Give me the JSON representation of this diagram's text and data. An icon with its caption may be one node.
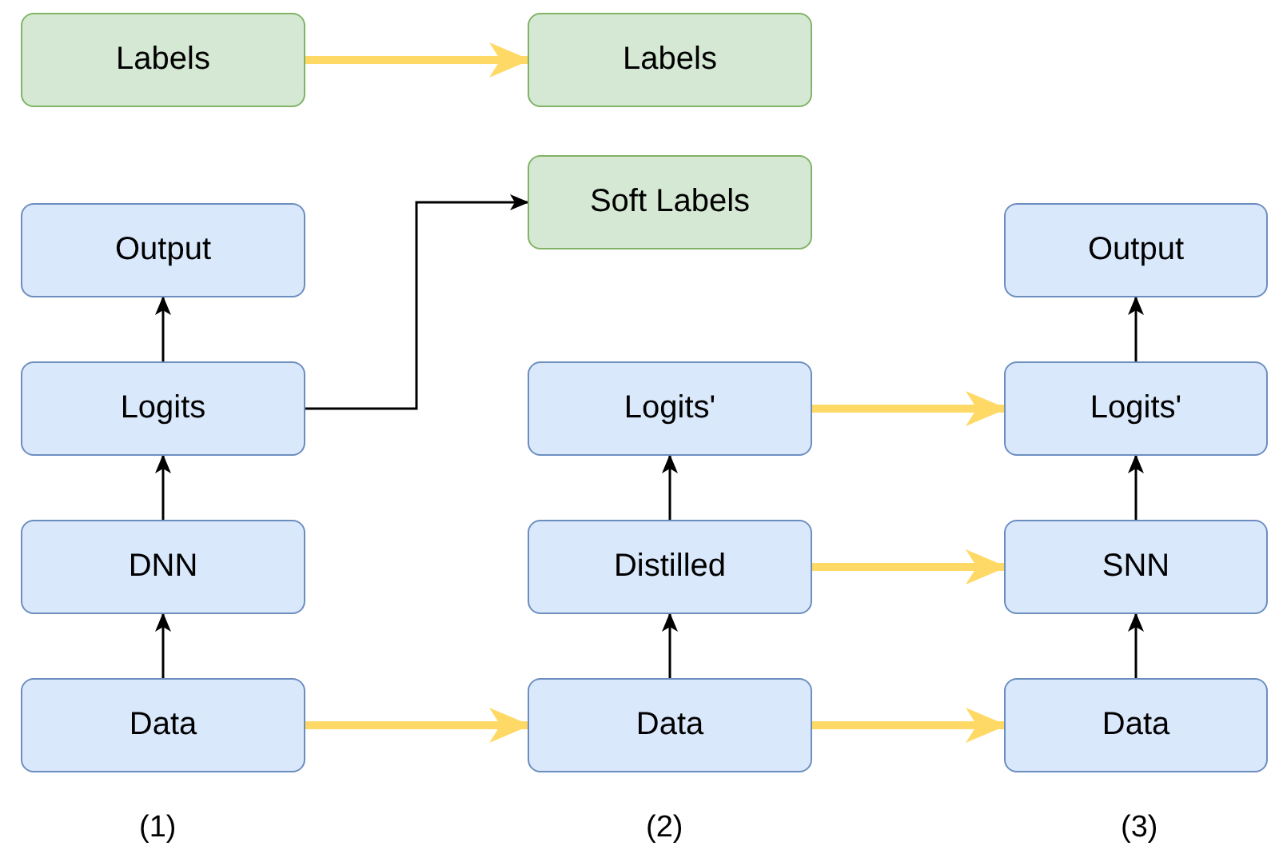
{
  "diagram": {
    "nodes": [
      {
        "text": [
          "Labels"
        ]
      },
      {
        "text": [
          "Labels"
        ]
      },
      {
        "text": [
          "Soft Labels"
        ]
      },
      {
        "text": [
          "Output"
        ]
      },
      {
        "text": [
          "Output"
        ]
      },
      {
        "text": [
          "Logits"
        ]
      },
      {
        "text": [
          "Logits'"
        ]
      },
      {
        "text": [
          "Logits'"
        ]
      },
      {
        "text": [
          "DNN"
        ]
      },
      {
        "text": [
          "Distilled"
        ]
      },
      {
        "text": [
          "SNN"
        ]
      },
      {
        "text": [
          "Data"
        ]
      },
      {
        "text": [
          "Data"
        ]
      },
      {
        "text": [
          "Data"
        ]
      }
    ],
    "edges": [
      {
        "from": 0,
        "to": 1,
        "arrow": "to",
        "style": "thick",
        "color": "#ffd966"
      },
      {
        "from": 5,
        "to": 2,
        "arrow": "to"
      },
      {
        "from": 5,
        "to": 3,
        "arrow": "to"
      },
      {
        "from": 8,
        "to": 5,
        "arrow": "to"
      },
      {
        "from": 11,
        "to": 8,
        "arrow": "to"
      },
      {
        "from": 6,
        "to": 7,
        "arrow": "to",
        "style": "thick",
        "color": "#ffd966"
      },
      {
        "from": 9,
        "to": 6,
        "arrow": "to"
      },
      {
        "from": 12,
        "to": 9,
        "arrow": "to"
      },
      {
        "from": 7,
        "to": 4,
        "arrow": "to"
      },
      {
        "from": 10,
        "to": 7,
        "arrow": "to"
      },
      {
        "from": 13,
        "to": 10,
        "arrow": "to"
      },
      {
        "from": 9,
        "to": 10,
        "arrow": "to",
        "style": "thick",
        "color": "#ffd966"
      },
      {
        "from": 11,
        "to": 12,
        "arrow": "to",
        "style": "thick",
        "color": "#ffd966"
      },
      {
        "from": 12,
        "to": 13,
        "arrow": "to",
        "style": "thick",
        "color": "#ffd966"
      }
    ],
    "labels": [
      "(1)",
      "(2)",
      "(3)"
    ]
  }
}
